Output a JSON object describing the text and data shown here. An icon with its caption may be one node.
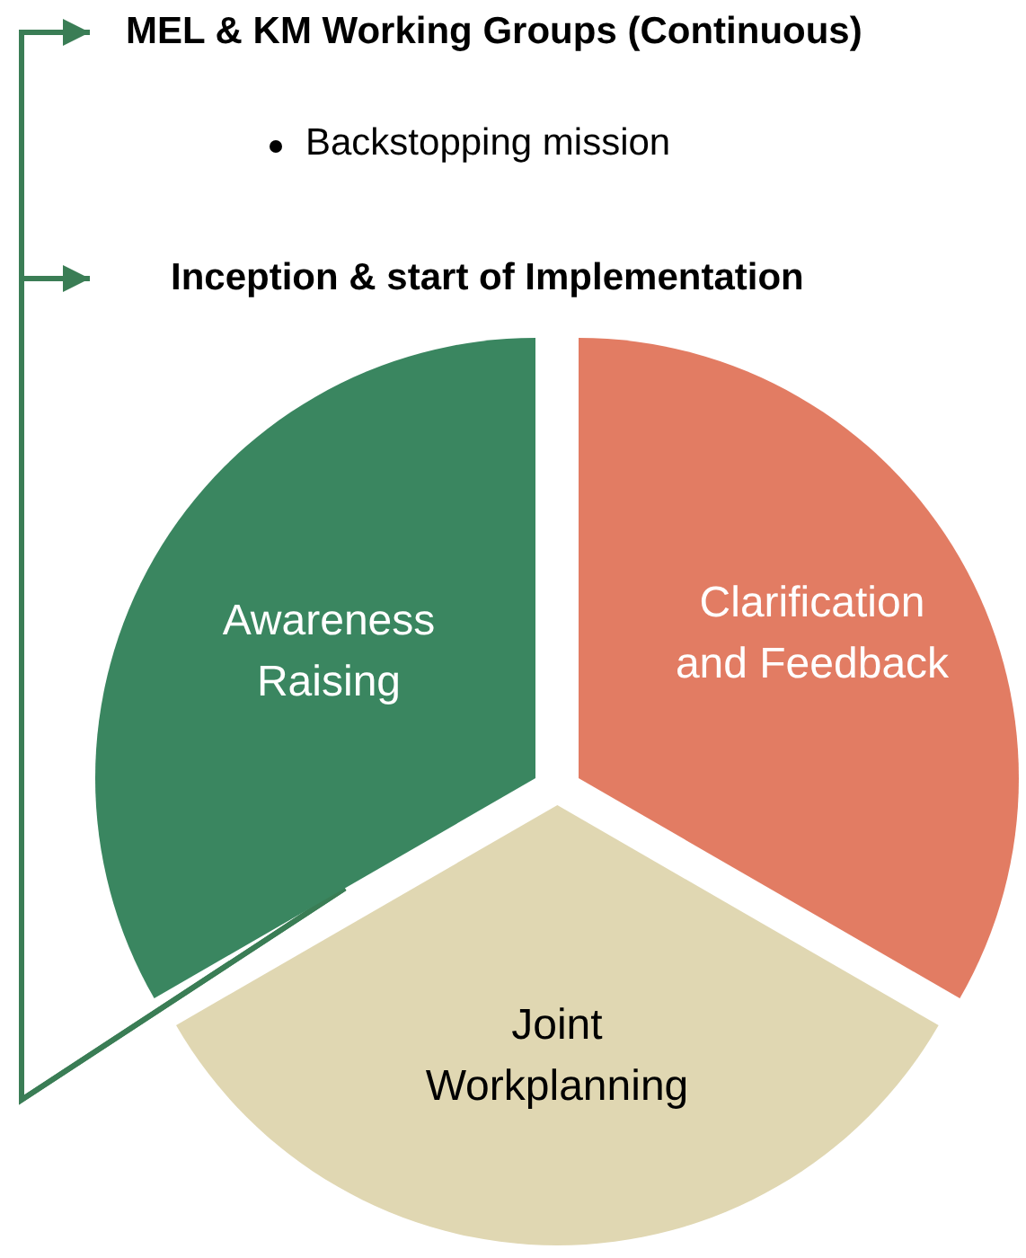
{
  "diagram": {
    "nodes": [
      {
        "text": [
          "MEL & KM Working Groups (Continuous)"
        ]
      },
      {
        "text": [
          "Inception & start of Implementation"
        ]
      },
      {
        "text": [
          "Awareness Raising"
        ]
      },
      {
        "text": [
          "Clarification and Feedback"
        ]
      },
      {
        "text": [
          "Joint Workplanning"
        ]
      }
    ],
    "edges": [
      {
        "from": 2,
        "to": 0,
        "arrow": "to"
      },
      {
        "from": 2,
        "to": 1,
        "arrow": "to"
      }
    ],
    "labels": [
      "Backstopping mission"
    ]
  }
}
